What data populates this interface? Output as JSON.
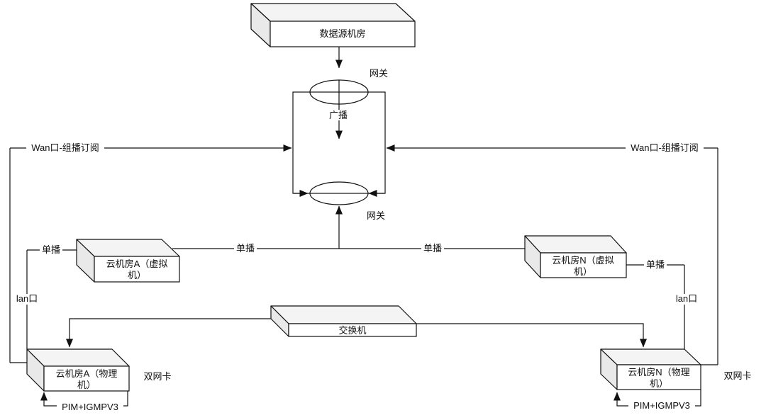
{
  "diagram": {
    "type": "network-topology",
    "colors": {
      "background": "#ffffff",
      "stroke": "#111111",
      "cube_top_face": "#f4f4f4",
      "cube_side_face": "#e9e9e9",
      "cube_front_face": "#ffffff"
    },
    "nodes": {
      "data_source": {
        "label": "数据源机房"
      },
      "cloud_a_virtual": {
        "label": "云机房A（虚拟机）",
        "line1": "云机房A（虚拟",
        "line2": "机）"
      },
      "cloud_n_virtual": {
        "label": "云机房N（虚拟机）",
        "line1": "云机房N（虚拟",
        "line2": "机）"
      },
      "switch": {
        "label": "交换机"
      },
      "cloud_a_physical": {
        "label": "云机房A（物理机）",
        "line1": "云机房A（物理",
        "line2": "机）"
      },
      "cloud_n_physical": {
        "label": "云机房N（物理机）",
        "line1": "云机房N（物理",
        "line2": "机）"
      }
    },
    "labels": {
      "gateway_top": "网关",
      "broadcast": "广播",
      "gateway_bottom": "网关",
      "wan_left": "Wan口-组播订阅",
      "wan_right": "Wan口-组播订阅",
      "unicast_left": "单播",
      "unicast_mid_left": "单播",
      "unicast_mid_right": "单播",
      "unicast_right": "单播",
      "lan_left": "lan口",
      "lan_right": "lan口",
      "dual_nic_left": "双网卡",
      "dual_nic_right": "双网卡",
      "pim_left": "PIM+IGMPV3",
      "pim_right": "PIM+IGMPV3"
    }
  }
}
